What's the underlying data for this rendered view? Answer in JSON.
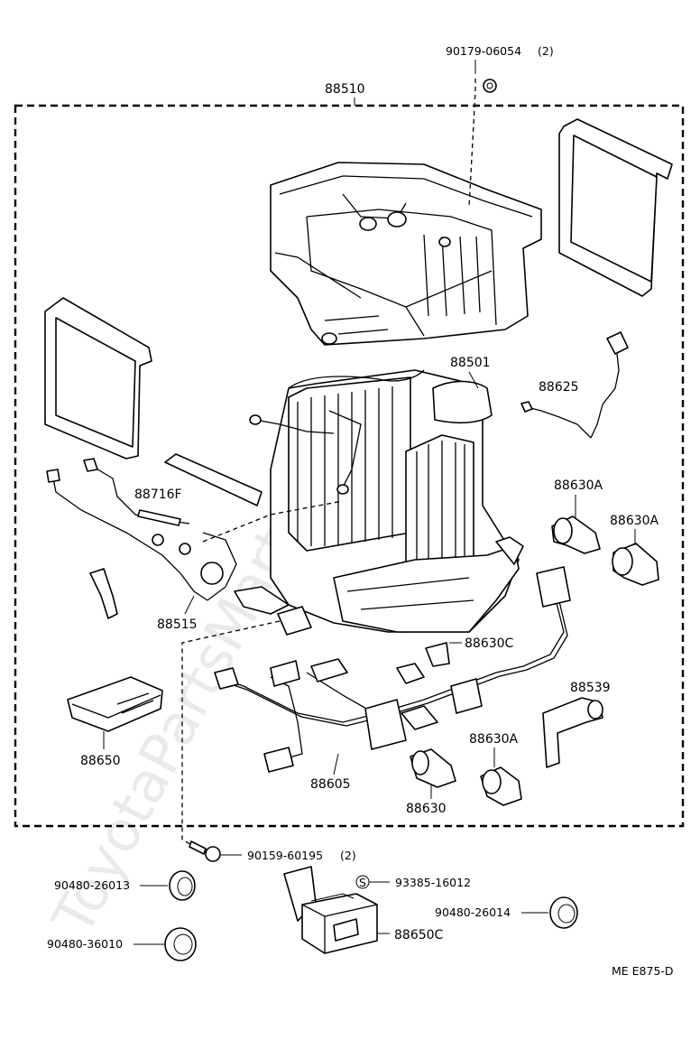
{
  "diagram_code": "ME E875-D",
  "watermark": "ToyotaPartsMart.ru",
  "parts": {
    "p88510": "88510",
    "p90179": "90179-06054",
    "p90179_qty": "(2)",
    "p88501": "88501",
    "p88625": "88625",
    "p88716F": "88716F",
    "p88630A_1": "88630A",
    "p88630A_2": "88630A",
    "p88515": "88515",
    "p88630C": "88630C",
    "p88539": "88539",
    "p88650": "88650",
    "p88605": "88605",
    "p88630A_3": "88630A",
    "p88630": "88630",
    "p90159": "90159-60195",
    "p90159_qty": "(2)",
    "p93385": "93385-16012",
    "p93385_mark": "S",
    "p90480_26013": "90480-26013",
    "p90480_26014": "90480-26014",
    "p90480_36010": "90480-36010",
    "p88650C": "88650C"
  }
}
